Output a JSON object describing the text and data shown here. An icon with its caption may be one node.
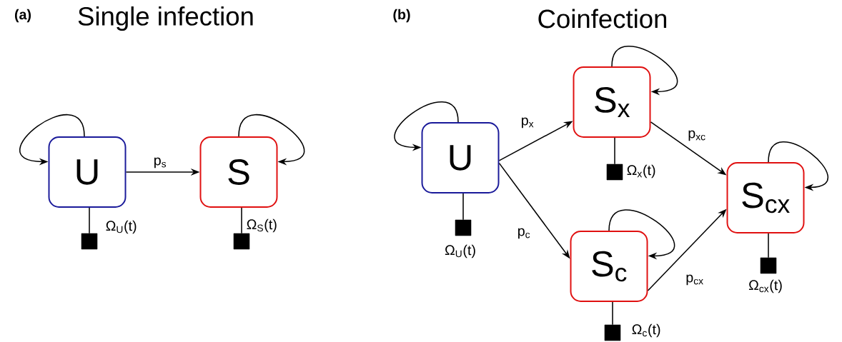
{
  "diagram": {
    "nodes": [
      {
        "text": [
          "U"
        ]
      },
      {
        "text": [
          "S"
        ]
      },
      {
        "text": [],
        "shape": "box",
        "beside": [
          "Ω$_{U}$(t)"
        ]
      },
      {
        "text": [],
        "shape": "box",
        "beside": [
          "Ω$_{S}$(t)"
        ]
      },
      {
        "text": [
          "U"
        ]
      },
      {
        "text": [
          "S$_{x}$"
        ]
      },
      {
        "text": [
          "S$_{c}$"
        ]
      },
      {
        "text": [
          "S$_{cx}$"
        ]
      },
      {
        "text": [],
        "shape": "box",
        "beside": [
          "Ω$_{U}$(t)"
        ]
      },
      {
        "text": [],
        "shape": "box",
        "beside": [
          "Ω$_{x}$(t)"
        ]
      },
      {
        "text": [],
        "shape": "box",
        "beside": [
          "Ω$_{c}$(t)"
        ]
      },
      {
        "text": [],
        "shape": "box",
        "beside": [
          "Ω$_{cx}$(t)"
        ]
      }
    ],
    "edges": [
      {
        "from": 0,
        "to": 0,
        "arrow": "to"
      },
      {
        "from": 0,
        "to": 1,
        "arrow": "to",
        "label": "p$_{s}$"
      },
      {
        "from": 1,
        "to": 1,
        "arrow": "to"
      },
      {
        "from": 0,
        "to": 2,
        "arrow": "none"
      },
      {
        "from": 1,
        "to": 3,
        "arrow": "none"
      },
      {
        "from": 4,
        "to": 4,
        "arrow": "to"
      },
      {
        "from": 4,
        "to": 5,
        "arrow": "to",
        "label": "p$_{x}$"
      },
      {
        "from": 4,
        "to": 6,
        "arrow": "to",
        "label": "p$_{c}$"
      },
      {
        "from": 5,
        "to": 5,
        "arrow": "to"
      },
      {
        "from": 6,
        "to": 6,
        "arrow": "to"
      },
      {
        "from": 5,
        "to": 7,
        "arrow": "to",
        "label": "p$_{xc}$"
      },
      {
        "from": 6,
        "to": 7,
        "arrow": "to",
        "label": "p$_{cx}$"
      },
      {
        "from": 7,
        "to": 7,
        "arrow": "to"
      },
      {
        "from": 4,
        "to": 8,
        "arrow": "none"
      },
      {
        "from": 5,
        "to": 9,
        "arrow": "none"
      },
      {
        "from": 6,
        "to": 10,
        "arrow": "none"
      },
      {
        "from": 7,
        "to": 11,
        "arrow": "none"
      }
    ],
    "labels": [
      "(a)",
      "Single infection",
      "(b)",
      "Coinfection"
    ]
  }
}
